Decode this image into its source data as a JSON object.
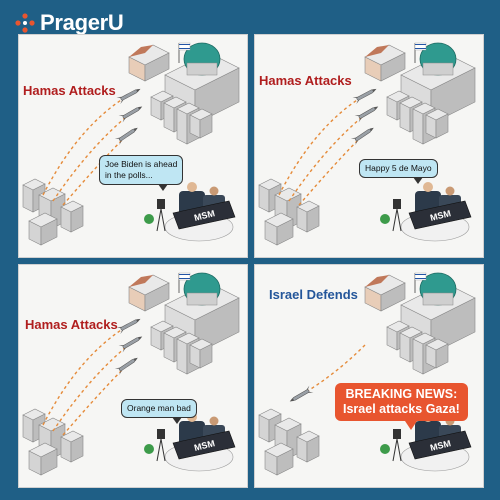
{
  "brand": {
    "name": "PragerU"
  },
  "panels": [
    {
      "headline": "Hamas Attacks",
      "bubble": "Joe Biden is ahead\nin the polls...",
      "desk": "MSM"
    },
    {
      "headline": "Hamas Attacks",
      "bubble": "Happy 5 de Mayo",
      "desk": "MSM"
    },
    {
      "headline": "Hamas Attacks",
      "bubble": "Orange man bad",
      "desk": "MSM"
    },
    {
      "headline": "Israel Defends",
      "bubble": "BREAKING NEWS:\nIsrael attacks Gaza!",
      "desk": "MSM"
    }
  ],
  "colors": {
    "frame": "#1f5f86",
    "hamas_red": "#b01e1e",
    "israel_blue": "#24569a",
    "breaking_orange": "#e8552f",
    "bubble_blue": "#bfe6f3",
    "dome_teal": "#2f9a8f"
  }
}
